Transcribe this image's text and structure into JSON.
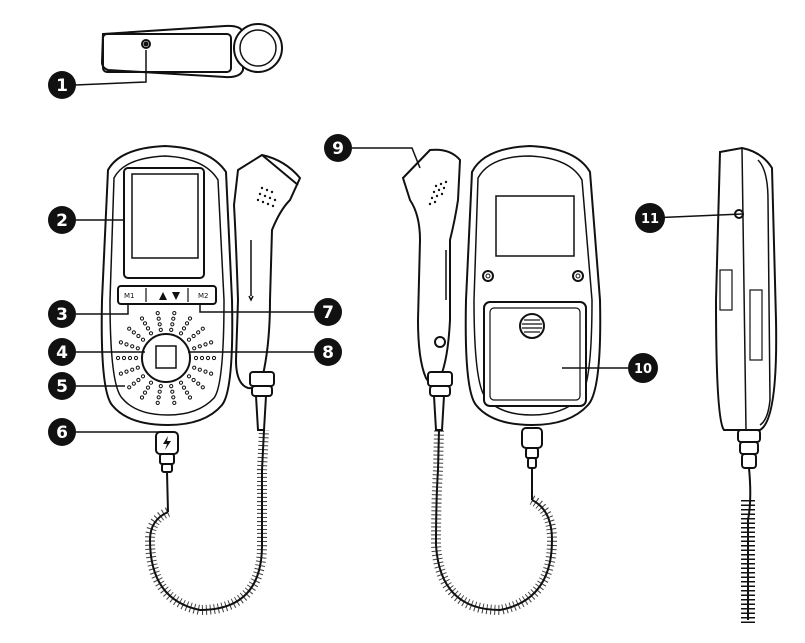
{
  "callouts": [
    {
      "id": "1",
      "label": "1"
    },
    {
      "id": "2",
      "label": "2"
    },
    {
      "id": "3",
      "label": "3"
    },
    {
      "id": "4",
      "label": "4"
    },
    {
      "id": "5",
      "label": "5"
    },
    {
      "id": "6",
      "label": "6"
    },
    {
      "id": "7",
      "label": "7"
    },
    {
      "id": "8",
      "label": "8"
    },
    {
      "id": "9",
      "label": "9"
    },
    {
      "id": "10",
      "label": "10"
    },
    {
      "id": "11",
      "label": "11"
    }
  ],
  "device_buttons": {
    "m1": "M1",
    "m2": "M2"
  },
  "colors": {
    "line": "#111111",
    "callout_fill": "#111111",
    "device_fill": "#ffffff"
  }
}
